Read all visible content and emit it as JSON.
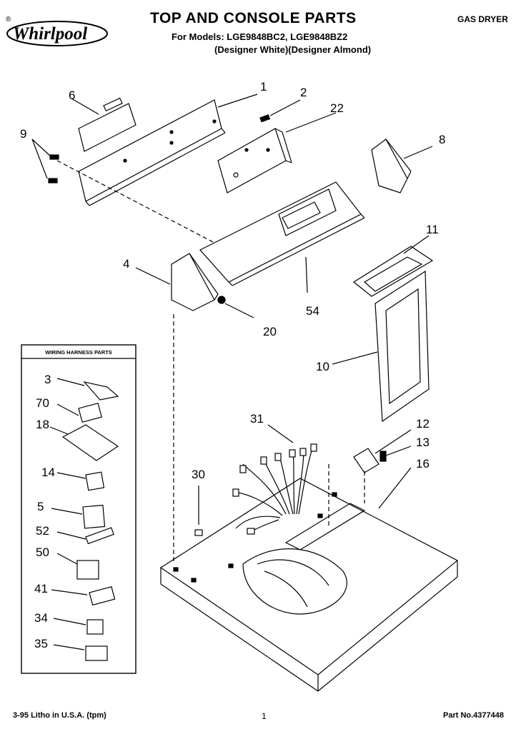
{
  "header": {
    "brand": "Whirlpool",
    "title": "TOP AND CONSOLE PARTS",
    "category": "GAS DRYER",
    "models_line": "For Models: LGE9848BC2, LGE9848BZ2",
    "variants_line": "(Designer White)(Designer Almond)"
  },
  "harness": {
    "title": "WIRING HARNESS PARTS"
  },
  "callouts": {
    "c1": "1",
    "c2": "2",
    "c3": "3",
    "c4": "4",
    "c5": "5",
    "c6": "6",
    "c8": "8",
    "c9": "9",
    "c10": "10",
    "c11": "11",
    "c12": "12",
    "c13": "13",
    "c14": "14",
    "c16": "16",
    "c18": "18",
    "c20": "20",
    "c22": "22",
    "c30": "30",
    "c31": "31",
    "c34": "34",
    "c35": "35",
    "c41": "41",
    "c50": "50",
    "c52": "52",
    "c54": "54",
    "c70": "70"
  },
  "footer": {
    "litho": "3-95 Litho in U.S.A. (tpm)",
    "page": "1",
    "part_no": "Part No.4377448"
  }
}
